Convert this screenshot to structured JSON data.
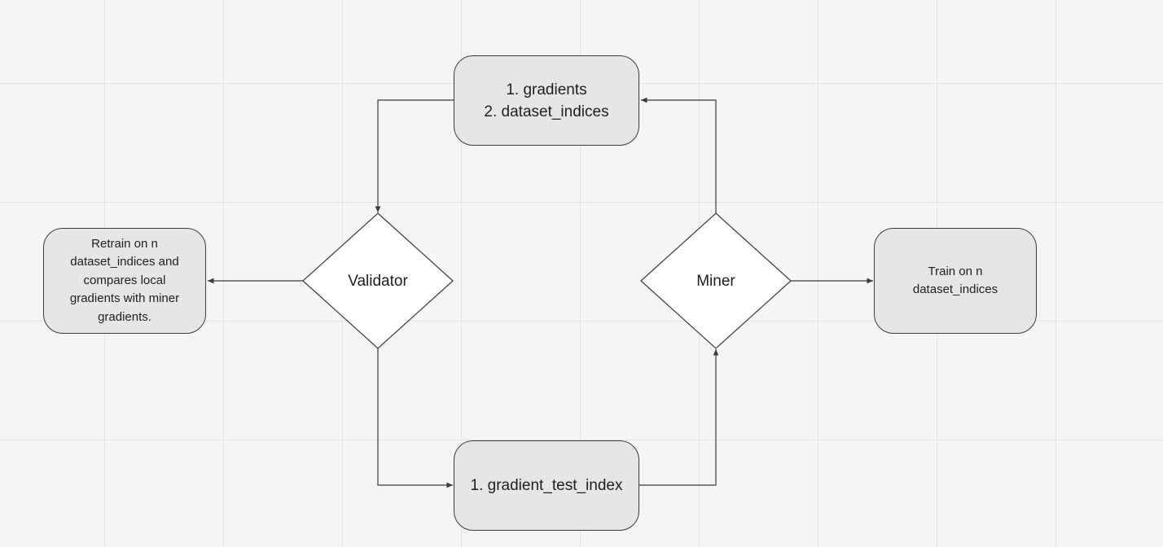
{
  "nodes": {
    "top_box": {
      "lines": [
        "1. gradients",
        "2. dataset_indices"
      ]
    },
    "bottom_box": {
      "lines": [
        "1. gradient_test_index"
      ]
    },
    "validator": {
      "label": "Validator"
    },
    "miner": {
      "label": "Miner"
    },
    "left_box": {
      "lines": [
        "Retrain on n",
        "dataset_indices and",
        "compares local",
        "gradients with miner",
        "gradients."
      ]
    },
    "right_box": {
      "lines": [
        "Train on n",
        "dataset_indices"
      ]
    }
  },
  "edges": [
    {
      "from": "miner",
      "to": "top_box"
    },
    {
      "from": "top_box",
      "to": "validator"
    },
    {
      "from": "validator",
      "to": "left_box"
    },
    {
      "from": "validator",
      "to": "bottom_box"
    },
    {
      "from": "bottom_box",
      "to": "miner"
    },
    {
      "from": "miner",
      "to": "right_box"
    }
  ],
  "colors": {
    "background": "#f5f5f5",
    "grid": "#e3e3e3",
    "box_fill": "#e6e6e6",
    "diamond_fill": "#ffffff",
    "stroke": "#3a3a3a",
    "text": "#1e1e1e"
  }
}
